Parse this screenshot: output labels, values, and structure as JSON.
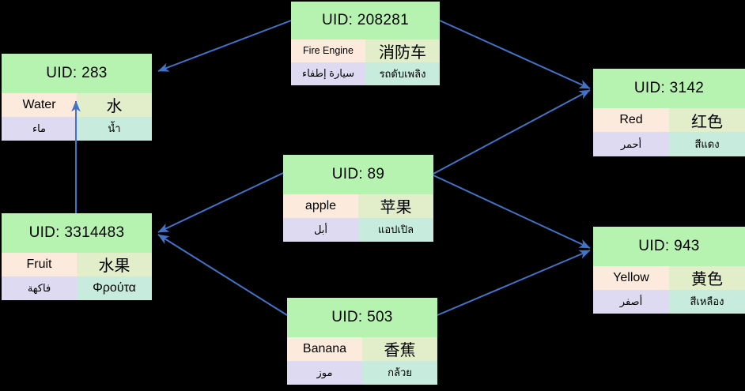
{
  "diagram": {
    "background": "#000000",
    "arrow_color": "#4472c4",
    "palette": {
      "node_header": "#b6f3b0",
      "cell_english": "#fcebdc",
      "cell_chinese": "#e2edca",
      "cell_arabic": "#dedaf1",
      "cell_fourth": "#c7ebdc"
    },
    "nodes": [
      {
        "uid": "UID: 208281",
        "english": "Fire Engine",
        "chinese": "消防车",
        "arabic": "سيارة إطفاء",
        "fourth": "รถดับเพลิง"
      },
      {
        "uid": "UID: 283",
        "english": "Water",
        "chinese": "水",
        "arabic": "ماء",
        "fourth": "น้ำ"
      },
      {
        "uid": "UID: 3142",
        "english": "Red",
        "chinese": "红色",
        "arabic": "أحمر",
        "fourth": "สีแดง"
      },
      {
        "uid": "UID: 89",
        "english": "apple",
        "chinese": "苹果",
        "arabic": "أبل",
        "fourth": "แอปเปิล"
      },
      {
        "uid": "UID: 3314483",
        "english": "Fruit",
        "chinese": "水果",
        "arabic": "فاكهة",
        "fourth": "Φρούτα"
      },
      {
        "uid": "UID: 943",
        "english": "Yellow",
        "chinese": "黄色",
        "arabic": "أصفر",
        "fourth": "สีเหลือง"
      },
      {
        "uid": "UID: 503",
        "english": "Banana",
        "chinese": "香蕉",
        "arabic": "موز",
        "fourth": "กล้วย"
      }
    ],
    "edges": [
      {
        "from": "UID: 208281",
        "to": "UID: 283"
      },
      {
        "from": "UID: 208281",
        "to": "UID: 3142"
      },
      {
        "from": "UID: 89",
        "to": "UID: 3314483"
      },
      {
        "from": "UID: 89",
        "to": "UID: 3142"
      },
      {
        "from": "UID: 89",
        "to": "UID: 943"
      },
      {
        "from": "UID: 503",
        "to": "UID: 3314483"
      },
      {
        "from": "UID: 503",
        "to": "UID: 943"
      },
      {
        "from": "UID: 3314483",
        "to": "UID: 283"
      }
    ]
  }
}
